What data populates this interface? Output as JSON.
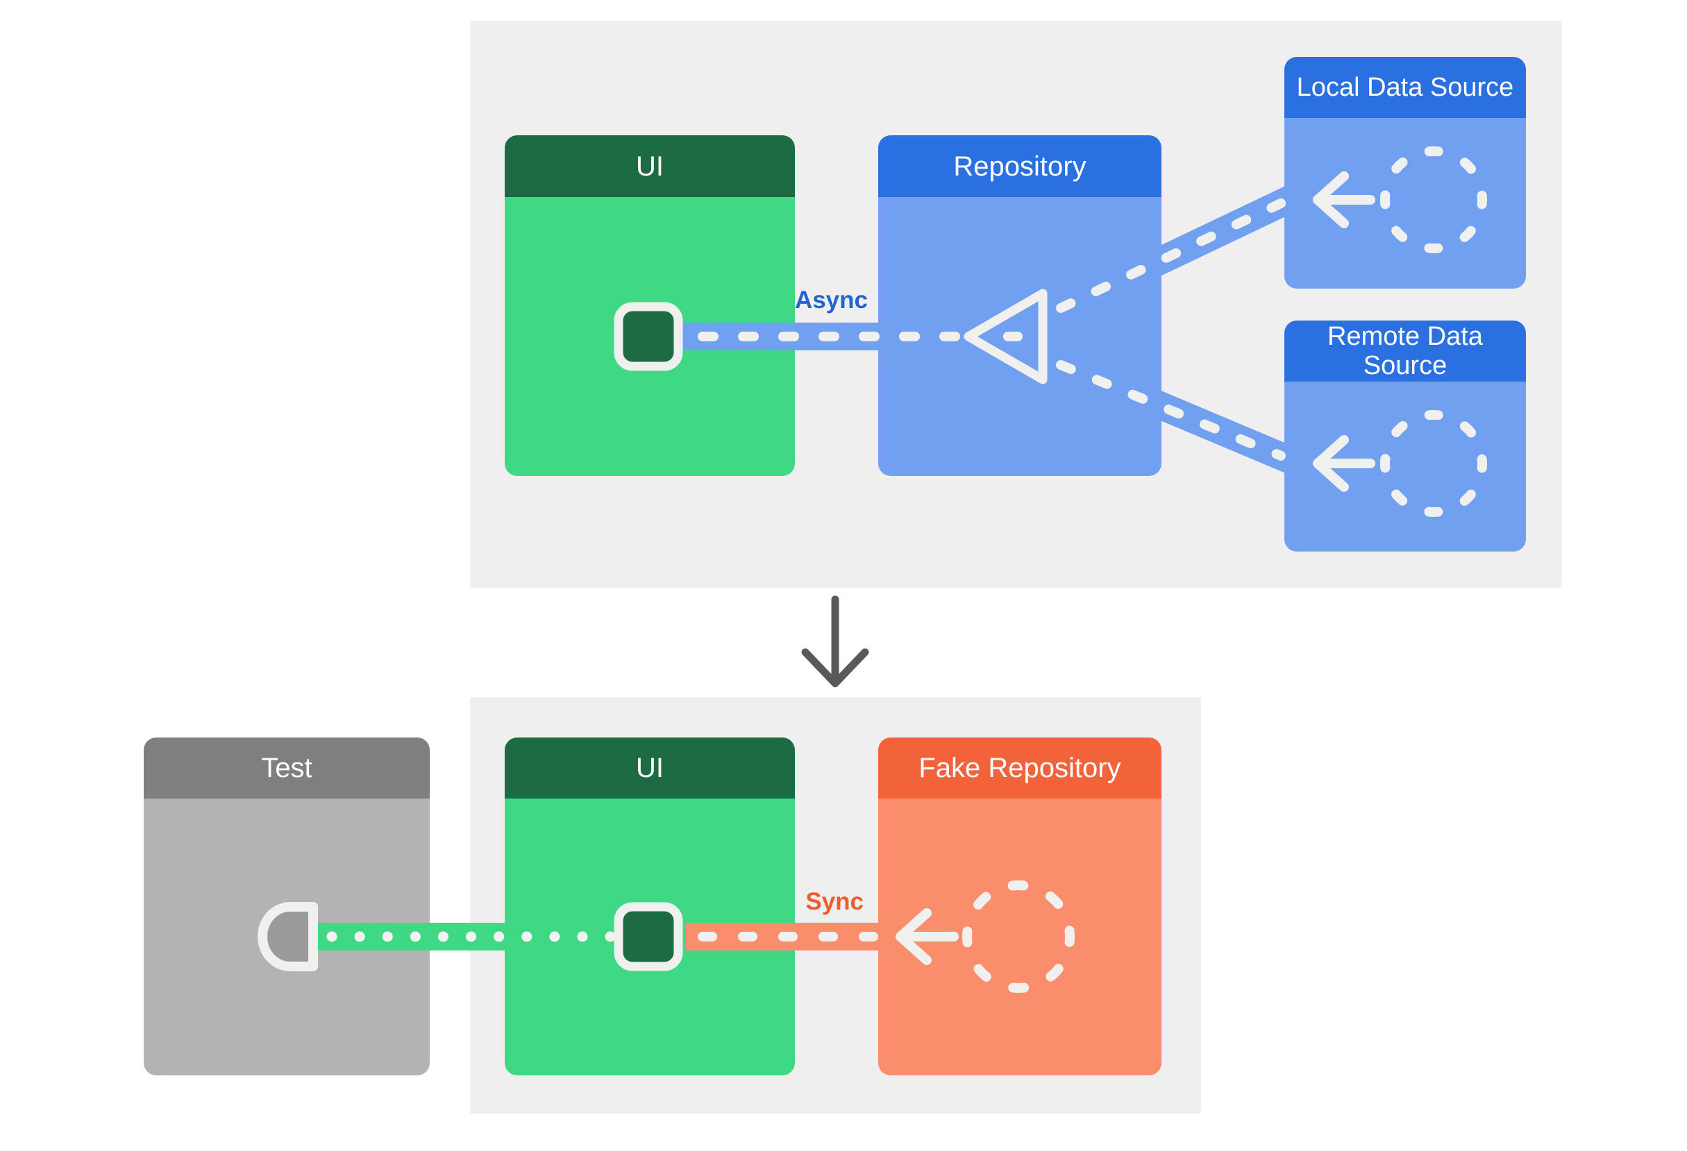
{
  "production_flow": {
    "ui_box": {
      "title": "UI"
    },
    "repository_box": {
      "title": "Repository"
    },
    "local_data_source_box": {
      "title": "Local Data Source"
    },
    "remote_data_source_box": {
      "title": "Remote Data Source"
    },
    "connection_label": "Async"
  },
  "test_flow": {
    "test_box": {
      "title": "Test"
    },
    "ui_box": {
      "title": "UI"
    },
    "fake_repository_box": {
      "title": "Fake Repository"
    },
    "connection_label": "Sync"
  },
  "icons": {
    "ui_component": "ui-component-icon",
    "test_probe": "test-probe-icon",
    "repository_merge": "merge-triangle-icon",
    "data_source": "data-source-circle-icon",
    "flow_arrow": "flow-arrow-icon",
    "down_arrow": "down-arrow-icon"
  },
  "colors": {
    "page_background": "#ffffff",
    "panel_background": "#efefef",
    "green_header": "#1d6b43",
    "green_body": "#3fd985",
    "blue_header": "#2b70e0",
    "blue_body": "#71a0f0",
    "orange_header": "#f2633a",
    "orange_body": "#fa8e6c",
    "gray_header": "#7f7f7f",
    "gray_body": "#b3b3b3",
    "probe_fill_gray": "#9a9a9a",
    "connector_white": "#f0f1ef",
    "async_label_color": "#2264d1",
    "sync_label_color": "#ee5b2e",
    "down_arrow_color": "#59595b"
  }
}
